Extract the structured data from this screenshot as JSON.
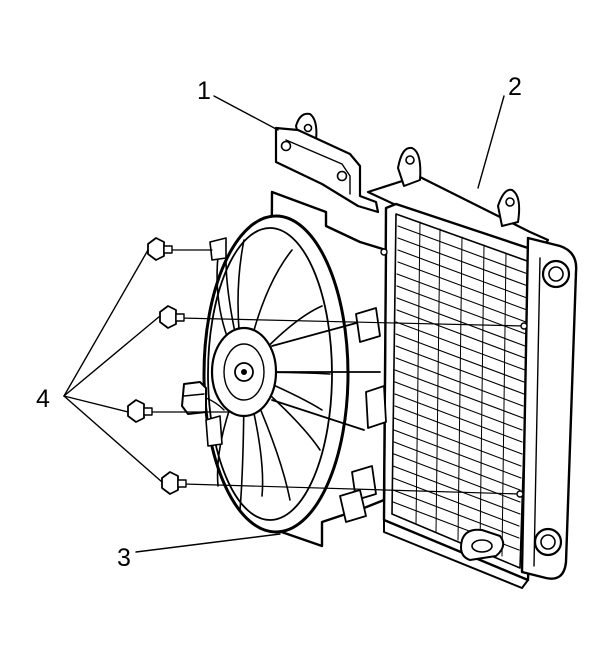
{
  "callouts": {
    "c1": "1",
    "c2": "2",
    "c3": "3",
    "c4": "4"
  },
  "colors": {
    "line": "#000000",
    "background": "#ffffff"
  },
  "icons": [
    "fan-shroud",
    "radiator",
    "bracket",
    "bolt"
  ]
}
